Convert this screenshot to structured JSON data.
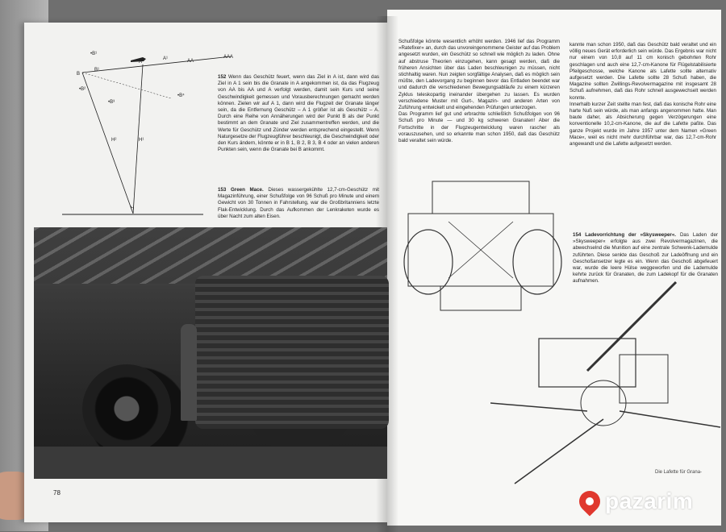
{
  "left_page": {
    "caption_152_num": "152",
    "caption_152": "Wenn das Geschütz feuert, wenn das Ziel in A ist, dann wird das Ziel in A 1 sein bis die Granate in A angekommen ist, da das Flugzeug von AA bis AA und A verfolgt werden, damit sein Kurs und seine Geschwindigkeit gemessen und Vorausberechnungen gemacht werden können. Zielen wir auf A 1, dann wird die Flugzeit der Granate länger sein, da die Entfernung Geschütz – A 1 größer ist als Geschütz – A. Durch eine Reihe von Annäherungen wird der Punkt B als der Punkt bestimmt an dem Granate und Ziel zusammentreffen werden, und die Werte für Geschütz und Zünder werden entsprechend eingestellt. Wenn Naturgesetze der Flugzeugführer beschleunigt, die Geschwindigkeit oder den Kurs ändern, könnte er in B 1, B 2, B 3, B 4 oder an vielen anderen Punkten sein, wenn die Granate bei B ankommt.",
    "caption_153_num": "153",
    "caption_153_title": "Green Mace.",
    "caption_153": "Dieses wassergekühlte 12,7-cm-Geschütz mit Magazinführung, einer Schußfolge von 96 Schuß pro Minute und einem Gewicht von 30 Tonnen in Fahrstellung, war die Großbritanniens letzte Flak-Entwicklung. Durch das Aufkommen der Lenkraketen wurde es über Nacht zum alten Eisen.",
    "diagram_labels": [
      "•B¹",
      "•B²",
      "•B³",
      "•B⁴",
      "B",
      "B¹",
      "AA",
      "AAA",
      "A",
      "A¹",
      "H¹",
      "H²",
      "H"
    ],
    "page_number": "78"
  },
  "right_page": {
    "col1": "Schußfolge könnte wesentlich erhöht werden. 1946 lief das Programm »Ratefixer« an, durch das unvoreingenommene Geister auf das Problem angesetzt wurden, ein Geschütz so schnell wie möglich zu laden. Ohne auf abstruse Theorien einzugehen, kann gesagt werden, daß die früheren Ansichten über das Laden beschleunigen zu müssen, nicht stichhaltig waren. Nun zeigten sorgfältige Analysen, daß es möglich sein müßte, den Ladevorgang zu beginnen bevor das Entladen beendet war und dadurch die verschiedenen Bewegungsabläufe zu einem kürzeren Zyklus teleskopartig ineinander übergehen zu lassen. Es wurden verschiedene Muster mit Gurt-, Magazin- und anderen Arten von Zuführung entwickelt und eingehenden Prüfungen unterzogen.\nDas Programm lief gut und erbrachte schließlich Schußfolgen von 96 Schuß pro Minute — und 30 kg schweren Granaten! Aber die Fortschritte in der Flugzeugentwicklung waren rascher als vorauszusehen, und so erkannte man schon 1950, daß das Geschütz bald veraltet sein würde.",
    "col2": "kannte man schon 1950, daß das Geschütz bald veraltet und ein völlig neues Gerät erforderlich sein würde. Das Ergebnis war nicht nur einem von 10,8 auf 11 cm konisch gebohrten Rohr geschlagen und auch eine 12,7-cm-Kanone für Flügelstabilisierte Pfeilgeschosse, welche Kanone als Lafette sollte alternativ aufgesetzt werden. Die Lafette sollte 28 Schuß haben, die Magazine sollten Zwillings-Revolvermagazine mit insgesamt 28 Schuß aufnehmen, daß das Rohr schnell ausgewechselt werden konnte.\nInnerhalb kurzer Zeit stellte man fest, daß das konische Rohr eine harte Nuß sein würde, als man anfangs angenommen hatte. Man baute daher, als Absicherung gegen Verzögerungen eine konventionelle 10,2-cm-Kanone, die auf die Lafette paßte. Das ganze Projekt wurde im Jahre 1957 unter dem Namen »Green Mace«, weil es nicht mehr durchführbar war, das 12,7-cm-Rohr angewandt und die Lafette aufgesetzt werden.",
    "caption_154_num": "154",
    "caption_154_title": "Ladevorrichtung der »Skysweeper«.",
    "caption_154": "Das Laden der »Skysweeper« erfolgte aus zwei Revolvermagazinen, die abwechselnd die Munition auf eine zentrale Schwenk-Lademulde zuführten. Diese senkte das Geschoß zur Ladeöffnung und ein Geschoßansetzer legte es ein. Wenn das Geschoß abgefeuert war, wurde die leere Hülse weggeworfen und die Lademulde kehrte zurück für Granaten, die zum Ladekopf für die Granaten aufnahmen.",
    "bottom_note": "Die Lafette für Grana-"
  },
  "watermark": {
    "text": "pazarim",
    "pin_color": "#e0382e"
  }
}
